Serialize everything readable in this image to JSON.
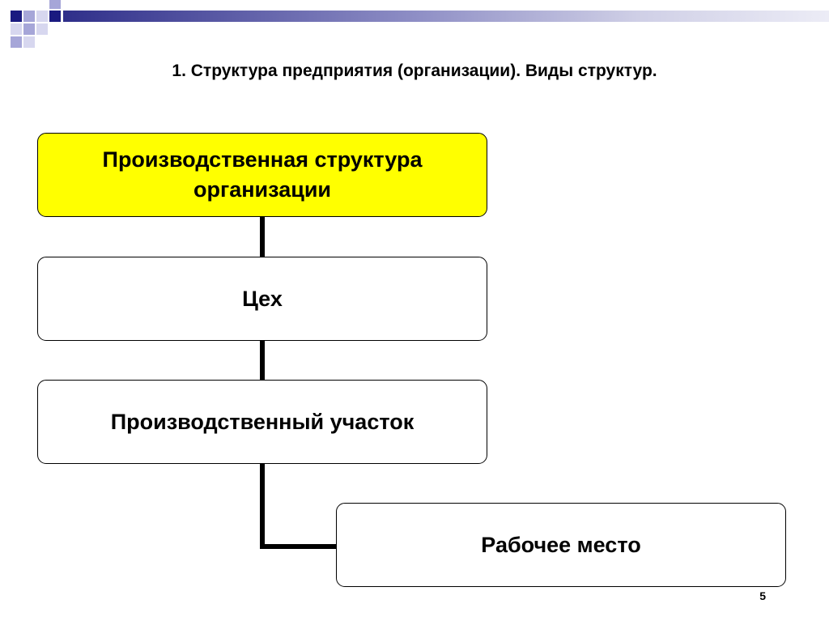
{
  "slide": {
    "title": "1. Структура предприятия (организации). Виды структур.",
    "page_number": "5"
  },
  "diagram": {
    "nodes": [
      {
        "id": "org-structure",
        "label": "Производственная структура организации",
        "highlight": true
      },
      {
        "id": "workshop",
        "label": "Цех",
        "highlight": false
      },
      {
        "id": "production-section",
        "label": "Производственный участок",
        "highlight": false
      },
      {
        "id": "workplace",
        "label": "Рабочее место",
        "highlight": false
      }
    ],
    "edges": [
      {
        "from": "org-structure",
        "to": "workshop"
      },
      {
        "from": "workshop",
        "to": "production-section"
      },
      {
        "from": "production-section",
        "to": "workplace"
      }
    ]
  },
  "colors": {
    "highlight_fill": "#ffff00",
    "box_fill": "#ffffff",
    "border": "#000000",
    "accent_navy": "#1a1a80",
    "accent_lavender": "#a6a6d8"
  }
}
